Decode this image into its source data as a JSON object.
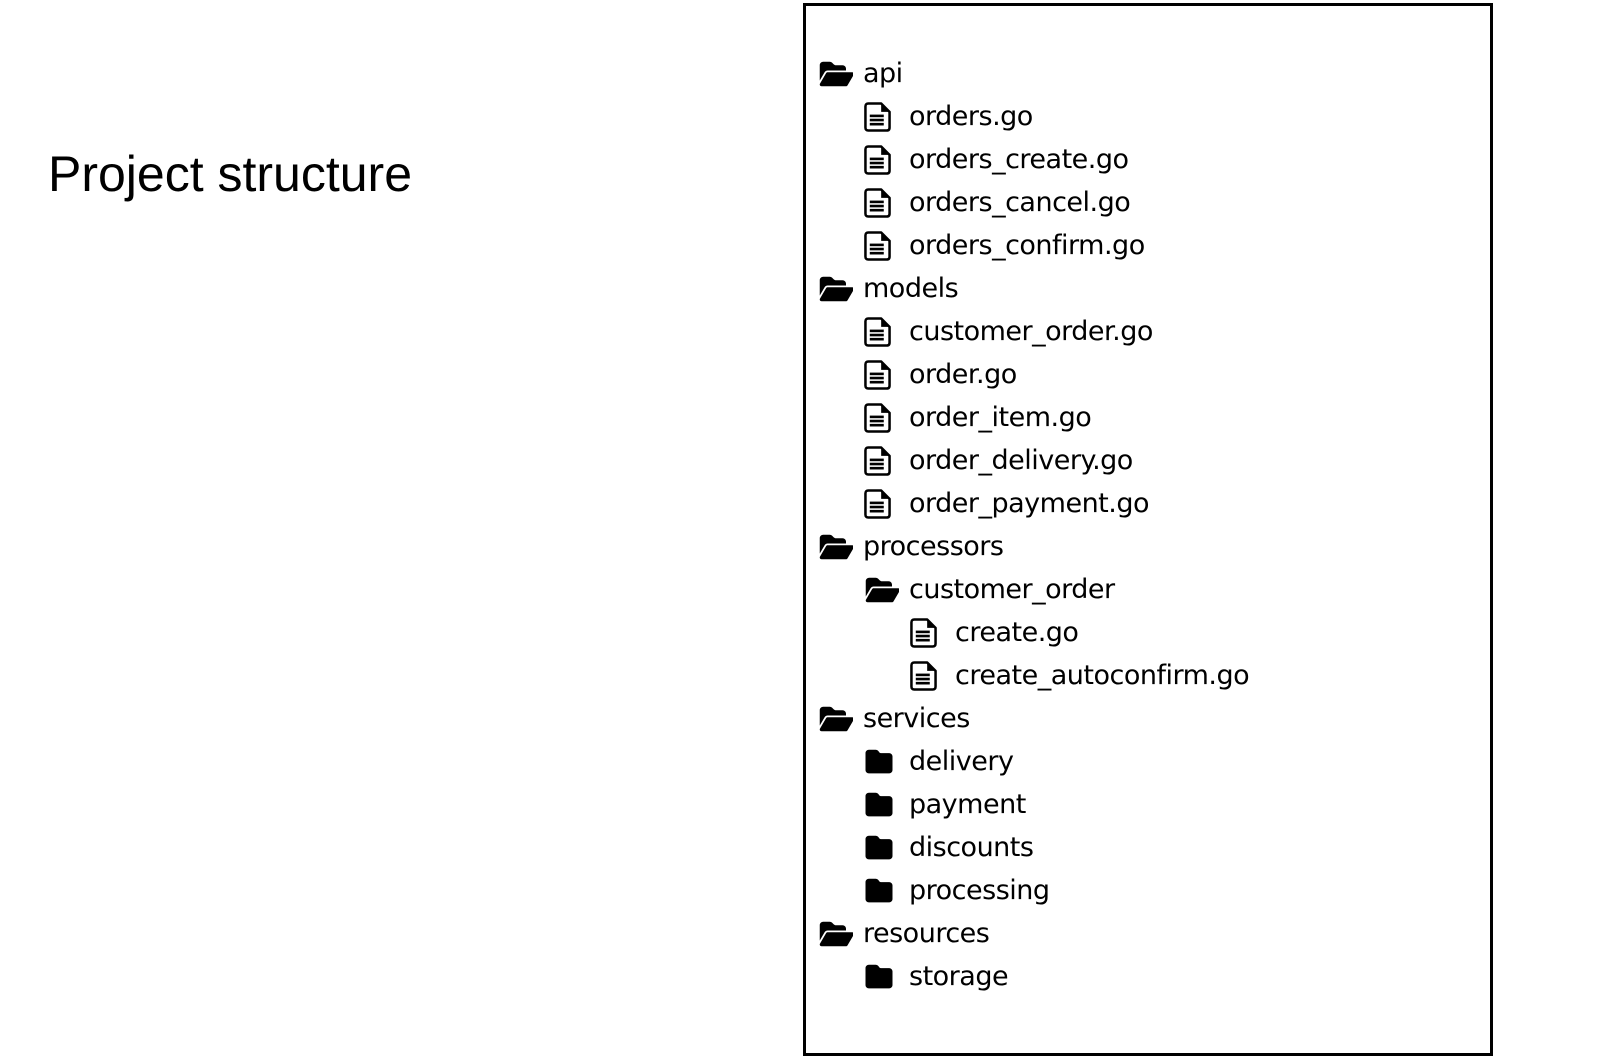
{
  "title": "Project structure",
  "colors": {
    "ink": "#000000",
    "background": "#ffffff"
  },
  "tree": {
    "items": [
      {
        "label": "api",
        "icon": "folder-open",
        "level": 0
      },
      {
        "label": "orders.go",
        "icon": "file",
        "level": 1
      },
      {
        "label": "orders_create.go",
        "icon": "file",
        "level": 1
      },
      {
        "label": "orders_cancel.go",
        "icon": "file",
        "level": 1
      },
      {
        "label": "orders_confirm.go",
        "icon": "file",
        "level": 1
      },
      {
        "label": "models",
        "icon": "folder-open",
        "level": 0
      },
      {
        "label": "customer_order.go",
        "icon": "file",
        "level": 1
      },
      {
        "label": "order.go",
        "icon": "file",
        "level": 1
      },
      {
        "label": "order_item.go",
        "icon": "file",
        "level": 1
      },
      {
        "label": "order_delivery.go",
        "icon": "file",
        "level": 1
      },
      {
        "label": "order_payment.go",
        "icon": "file",
        "level": 1
      },
      {
        "label": "processors",
        "icon": "folder-open",
        "level": 0
      },
      {
        "label": "customer_order",
        "icon": "folder-open",
        "level": 1
      },
      {
        "label": "create.go",
        "icon": "file",
        "level": 2
      },
      {
        "label": "create_autoconfirm.go",
        "icon": "file",
        "level": 2
      },
      {
        "label": "services",
        "icon": "folder-open",
        "level": 0
      },
      {
        "label": "delivery",
        "icon": "folder-closed",
        "level": 1
      },
      {
        "label": "payment",
        "icon": "folder-closed",
        "level": 1
      },
      {
        "label": "discounts",
        "icon": "folder-closed",
        "level": 1
      },
      {
        "label": "processing",
        "icon": "folder-closed",
        "level": 1
      },
      {
        "label": "resources",
        "icon": "folder-open",
        "level": 0
      },
      {
        "label": "storage",
        "icon": "folder-closed",
        "level": 1
      }
    ]
  }
}
